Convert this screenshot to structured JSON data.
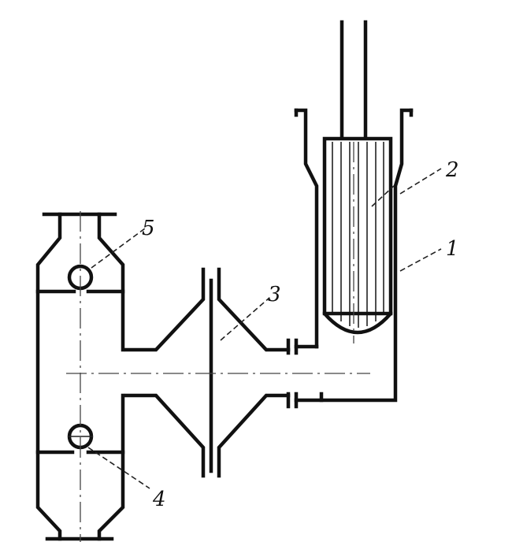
{
  "labels": {
    "casing": "1",
    "rotor": "2",
    "membrane": "3",
    "port_lower": "4",
    "port_upper": "5"
  },
  "colors": {
    "line": "#111111",
    "background": "#ffffff"
  }
}
